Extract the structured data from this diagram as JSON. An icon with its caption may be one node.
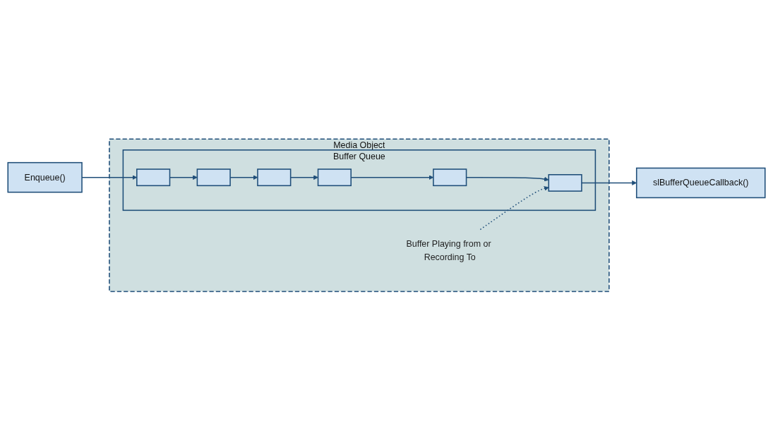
{
  "diagram": {
    "nodes": [
      {
        "text": [
          "Enqueue()"
        ]
      },
      {
        "text": [
          "slBufferQueueCallback()"
        ]
      },
      {
        "text": [
          "Media Object"
        ]
      },
      {
        "text": [
          "Buffer Queue"
        ],
        "in": 2
      },
      {
        "text": [],
        "shape": "box",
        "in": 3
      },
      {
        "text": [],
        "shape": "box",
        "in": 3
      },
      {
        "text": [],
        "shape": "box",
        "in": 3
      },
      {
        "text": [],
        "shape": "box",
        "in": 3
      },
      {
        "text": [],
        "shape": "box",
        "in": 3
      },
      {
        "text": [],
        "shape": "box",
        "in": 3
      },
      {
        "text": [
          "Buffer Playing from or Recording To"
        ],
        "in": 2
      }
    ],
    "edges": [
      {
        "from": 0,
        "to": 4,
        "arrow": "to"
      },
      {
        "from": 4,
        "to": 5,
        "arrow": "to"
      },
      {
        "from": 5,
        "to": 6,
        "arrow": "to"
      },
      {
        "from": 6,
        "to": 7,
        "arrow": "to"
      },
      {
        "from": 7,
        "to": 8,
        "arrow": "to"
      },
      {
        "from": 8,
        "to": 9,
        "arrow": "to"
      },
      {
        "from": 9,
        "to": 1,
        "arrow": "to"
      },
      {
        "from": 10,
        "to": 9,
        "arrow": "to",
        "style": "dashed"
      }
    ]
  }
}
